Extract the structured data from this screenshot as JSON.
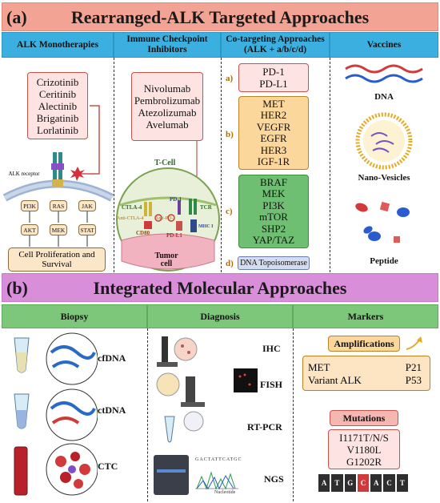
{
  "section_a": {
    "label": "(a)",
    "title": "Rearranged-ALK Targeted Approaches",
    "columns": [
      "ALK Monotherapies",
      "Immune Checkpoint Inhibitors",
      "Co-targeting Approaches (ALK + a/b/c/d)",
      "Vaccines"
    ],
    "monotherapies": [
      "Crizotinib",
      "Ceritinib",
      "Alectinib",
      "Brigatinib",
      "Lorlatinib"
    ],
    "alk_receptor_label": "ALK receptor",
    "pathway": {
      "row1": [
        "PI3K",
        "RAS",
        "JAK"
      ],
      "row2": [
        "AKT",
        "MEK",
        "STAT"
      ],
      "outcome": "Cell Proliferation and Survival"
    },
    "checkpoint_inhibitors": [
      "Nivolumab",
      "Pembrolizumab",
      "Atezolizumab",
      "Avelumab"
    ],
    "immune_diagram": {
      "t_cell": "T-Cell",
      "tumor_cell": "Tumor cell",
      "ctla4": "CTLA-4",
      "anti_ctla4": "Anti-CTLA-4",
      "pd1": "PD-1",
      "anti_pd1": "Anti-PD-1",
      "tcr": "TCR",
      "cd80": "CD80",
      "pdl1": "PD-L1",
      "mhc1": "MHC I"
    },
    "cotargeting": {
      "a": {
        "letter": "a)",
        "items": [
          "PD-1",
          "PD-L1"
        ]
      },
      "b": {
        "letter": "b)",
        "items": [
          "MET",
          "HER2",
          "VEGFR",
          "EGFR",
          "HER3",
          "IGF-1R"
        ]
      },
      "c": {
        "letter": "c)",
        "items": [
          "BRAF",
          "MEK",
          "PI3K",
          "mTOR",
          "SHP2",
          "YAP/TAZ"
        ]
      },
      "d": {
        "letter": "d)",
        "items": [
          "DNA Topoisomerase"
        ]
      }
    },
    "vaccines": [
      "DNA",
      "Nano-Vesicles",
      "Peptide"
    ]
  },
  "section_b": {
    "label": "(b)",
    "title": "Integrated Molecular Approaches",
    "columns": [
      "Biopsy",
      "Diagnosis",
      "Markers"
    ],
    "biopsy": [
      "cfDNA",
      "ctDNA",
      "CTC"
    ],
    "diagnosis": [
      "IHC",
      "FISH",
      "RT-PCR",
      "NGS"
    ],
    "ngs_axis": "Nucleotide",
    "ngs_sequence": "GACTATTCATGC",
    "markers": {
      "amplifications_title": "Amplifications",
      "amplifications": [
        {
          "left": "MET",
          "right": "P21"
        },
        {
          "left": "Variant ALK",
          "right": "P53"
        }
      ],
      "mutations_title": "Mutations",
      "mutations": [
        "I1171T/N/S",
        "V1180L",
        "G1202R"
      ],
      "dna_letters": [
        "A",
        "T",
        "G",
        "C",
        "A",
        "C",
        "T"
      ]
    }
  },
  "colors": {
    "banner_a": "#f3a394",
    "banner_b": "#d98ed9",
    "column_head_a": "#3bb0e0",
    "column_head_b": "#7dc77a",
    "pink_box": "#fde4e2",
    "orange_box": "#fbd79c",
    "green_box": "#6fbf72"
  }
}
